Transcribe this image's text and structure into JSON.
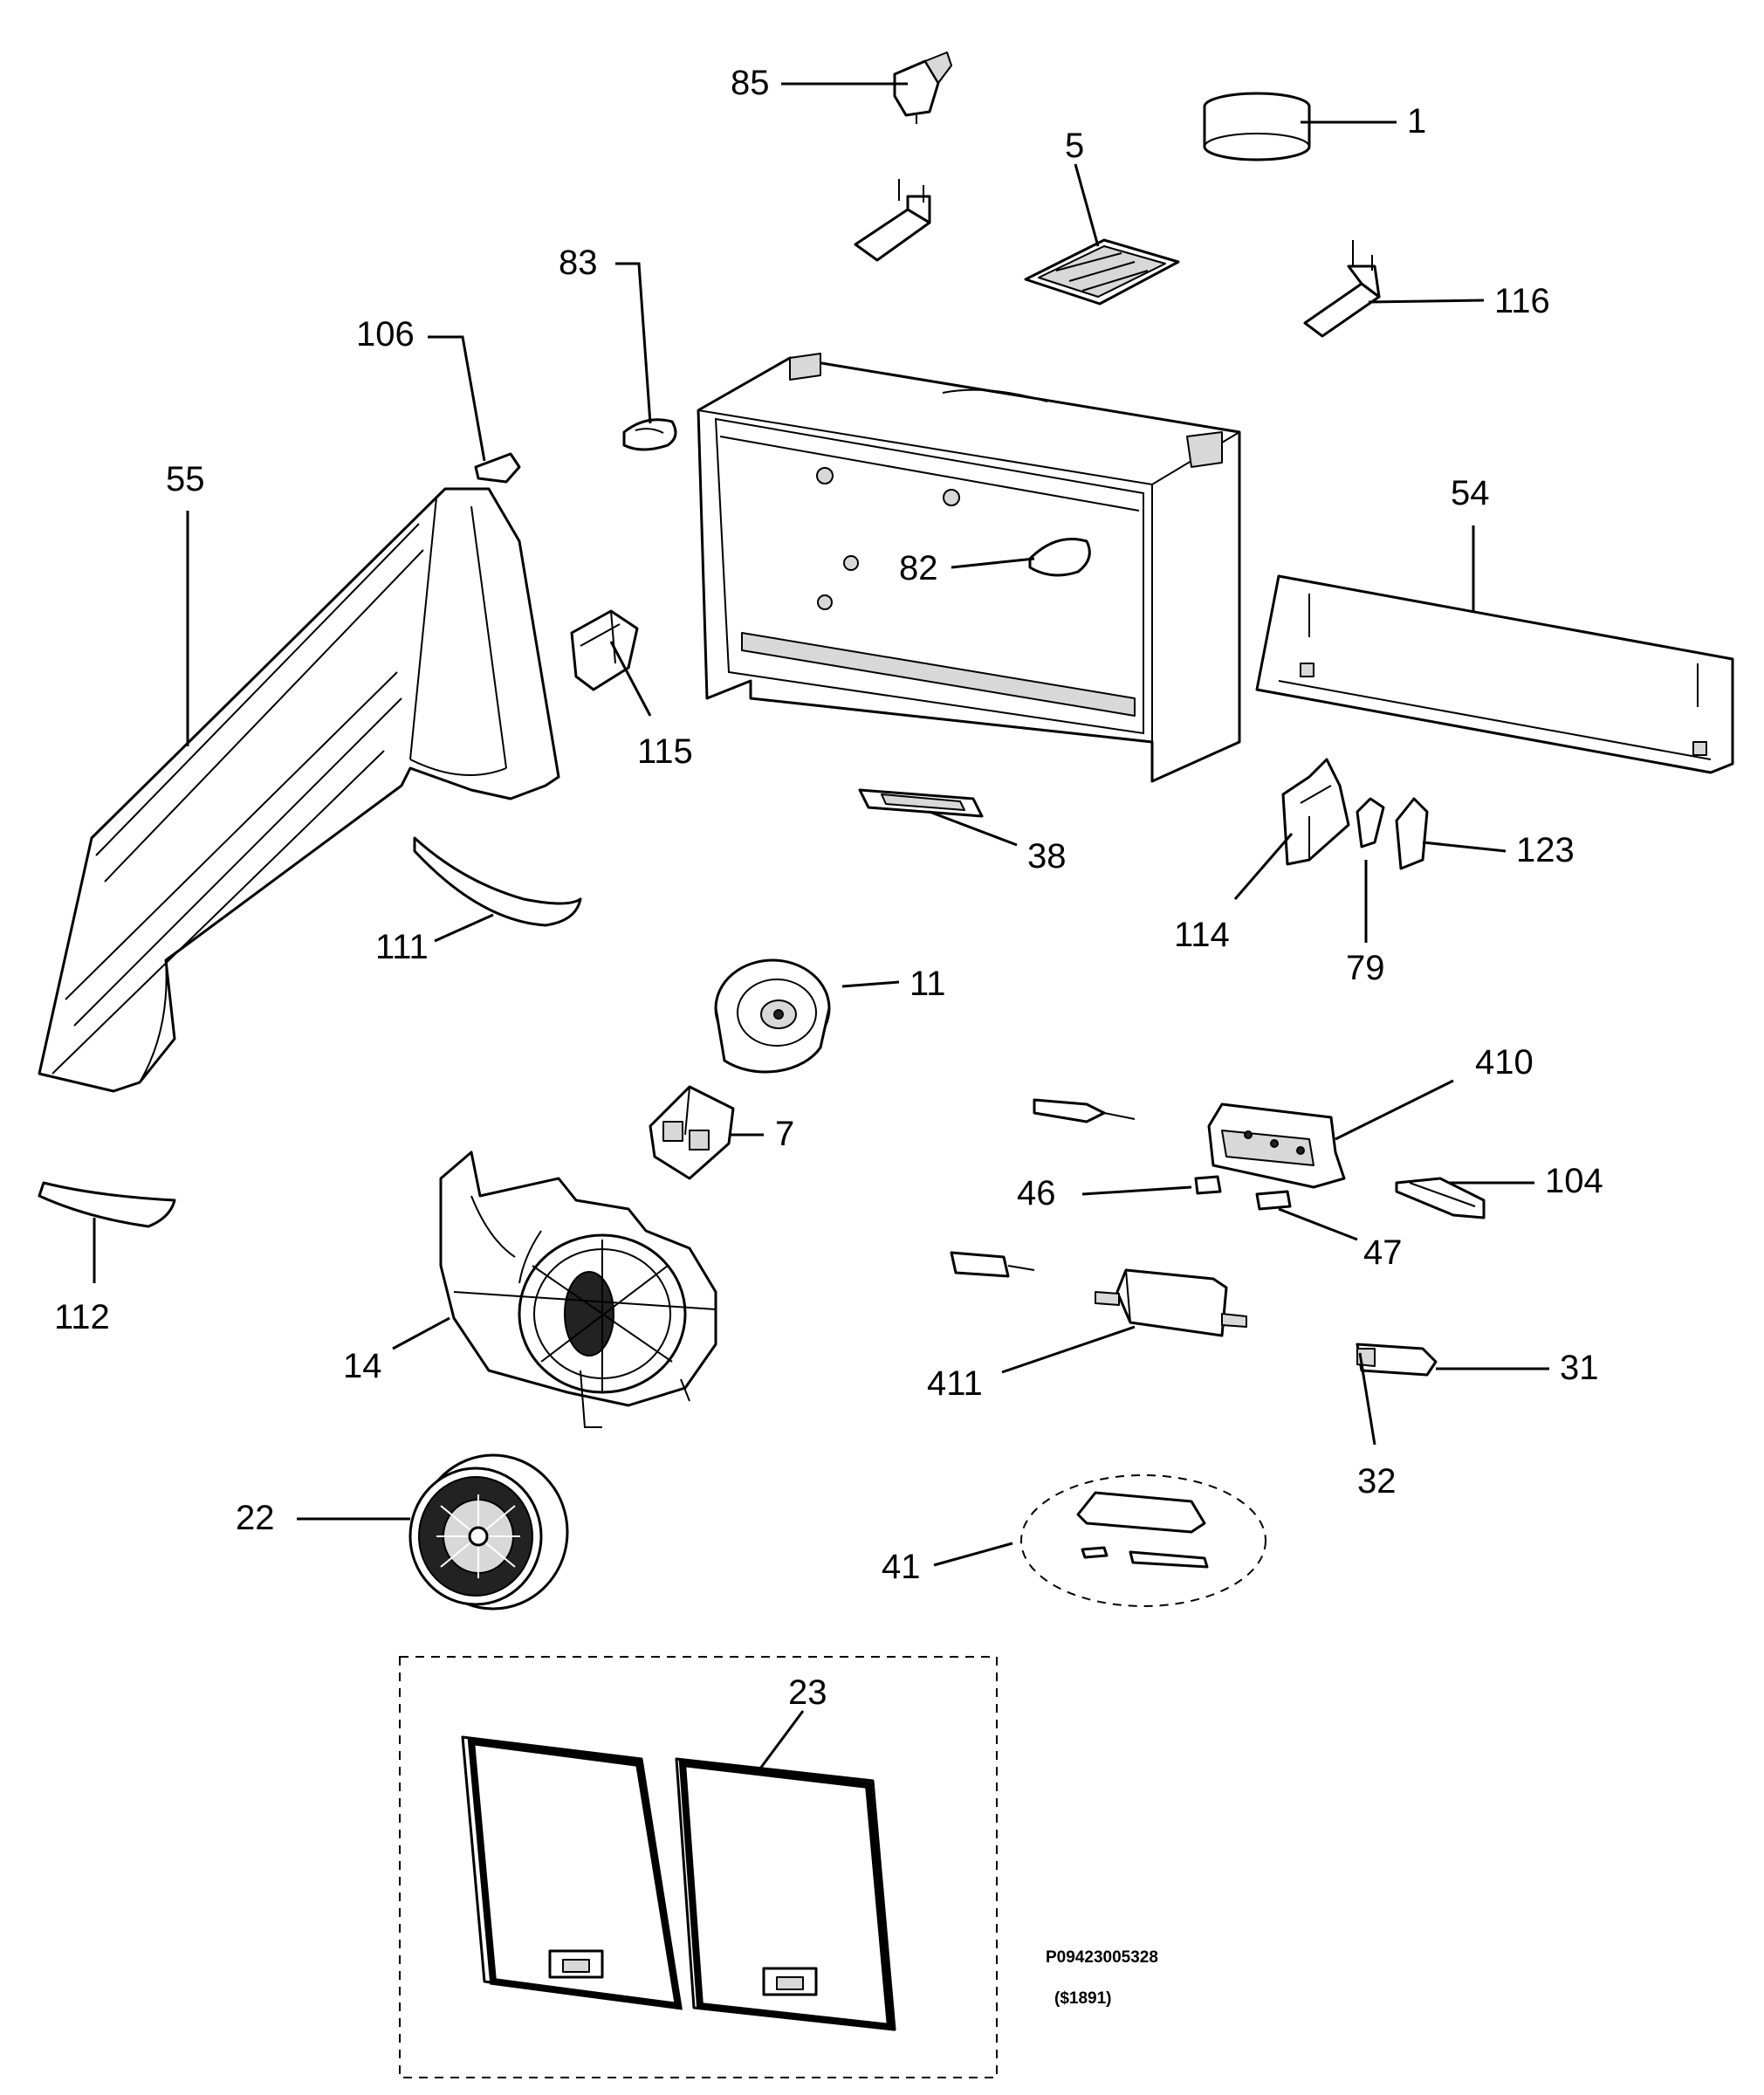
{
  "callouts": {
    "p85": "85",
    "p1": "1",
    "p5": "5",
    "p83": "83",
    "p116": "116",
    "p106": "106",
    "p55": "55",
    "p54": "54",
    "p82": "82",
    "p115": "115",
    "p38": "38",
    "p123": "123",
    "p114": "114",
    "p79": "79",
    "p111": "111",
    "p11": "11",
    "p410": "410",
    "p7": "7",
    "p46": "46",
    "p104": "104",
    "p47": "47",
    "p112": "112",
    "p14": "14",
    "p411": "411",
    "p31": "31",
    "p32": "32",
    "p22": "22",
    "p41": "41",
    "p23": "23"
  },
  "footer": {
    "drawing_number": "P09423005328",
    "revision": "($1891)"
  }
}
